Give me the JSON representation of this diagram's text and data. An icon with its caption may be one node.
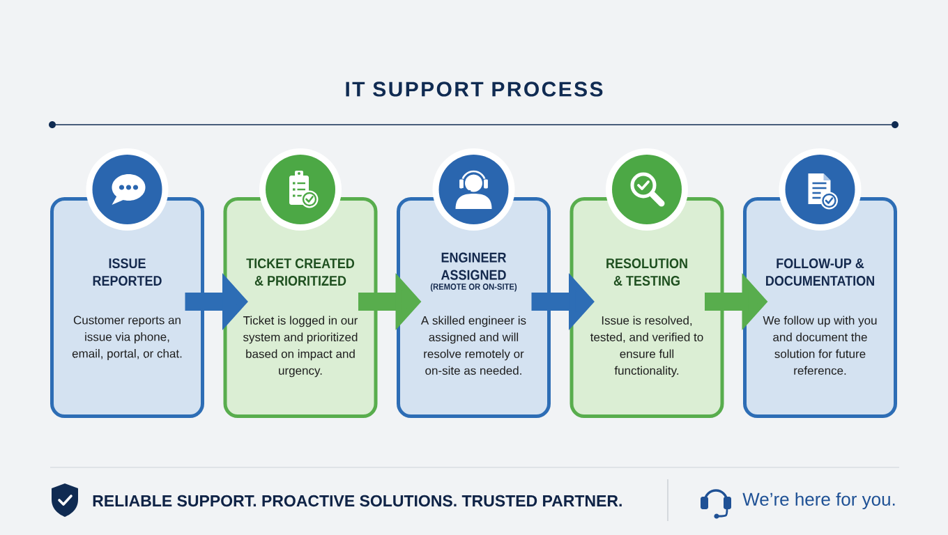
{
  "diagram": {
    "title": "IT SUPPORT PROCESS",
    "nodes": [
      {
        "text": [
          "ISSUE REPORTED",
          "Customer reports an issue via phone, email, portal, or chat."
        ]
      },
      {
        "text": [
          "TICKET CREATED & PRIORITIZED",
          "Ticket is logged in our system and prioritized based on impact and urgency."
        ]
      },
      {
        "text": [
          "ENGINEER ASSIGNED",
          "(REMOTE OR ON-SITE)",
          "A skilled engineer is assigned and will resolve remotely or on-site as needed."
        ]
      },
      {
        "text": [
          "RESOLUTION & TESTING",
          "Issue is resolved, tested, and verified to ensure full functionality."
        ]
      },
      {
        "text": [
          "FOLLOW-UP & DOCUMENTATION",
          "We follow up with you and document the solution for future reference."
        ]
      }
    ],
    "edges": [
      {
        "from": 0,
        "to": 1,
        "arrow": "to",
        "color": "#2d6db5"
      },
      {
        "from": 1,
        "to": 2,
        "arrow": "to",
        "color": "#58ad4d"
      },
      {
        "from": 2,
        "to": 3,
        "arrow": "to",
        "color": "#2d6db5"
      },
      {
        "from": 3,
        "to": 4,
        "arrow": "to",
        "color": "#58ad4d"
      }
    ],
    "labels": [
      "RELIABLE SUPPORT. PROACTIVE SOLUTIONS. TRUSTED PARTNER.",
      "We’re here for you."
    ]
  }
}
